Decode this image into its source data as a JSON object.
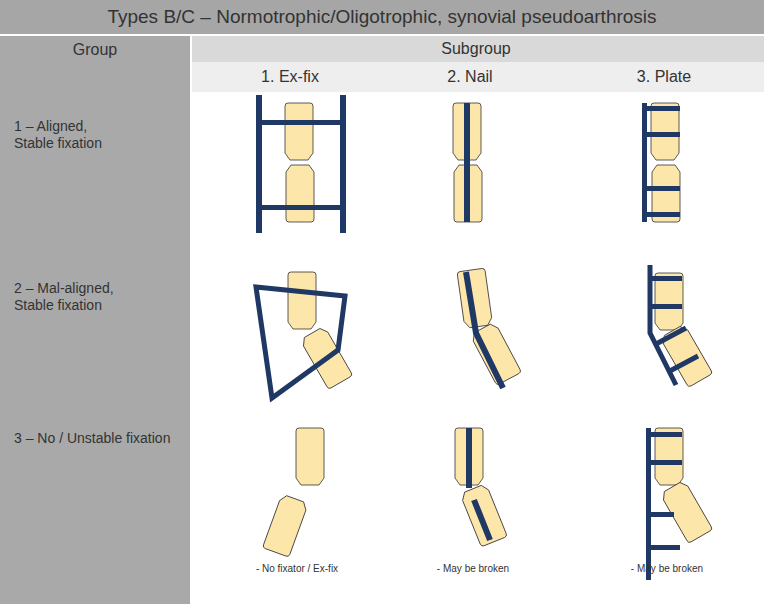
{
  "diagram": {
    "title": "Types B/C – Normotrophic/Oligotrophic, synovial pseudoarthrosis",
    "labels": [
      "Group",
      "Subgroup",
      "1. Ex-fix",
      "2. Nail",
      "3. Plate",
      "1 – Aligned, Stable fixation",
      "2 – Mal-aligned, Stable fixation",
      "3 – No / Unstable fixation",
      "- No fixator / Ex-fix",
      "- May be broken",
      "- May be broken"
    ]
  }
}
